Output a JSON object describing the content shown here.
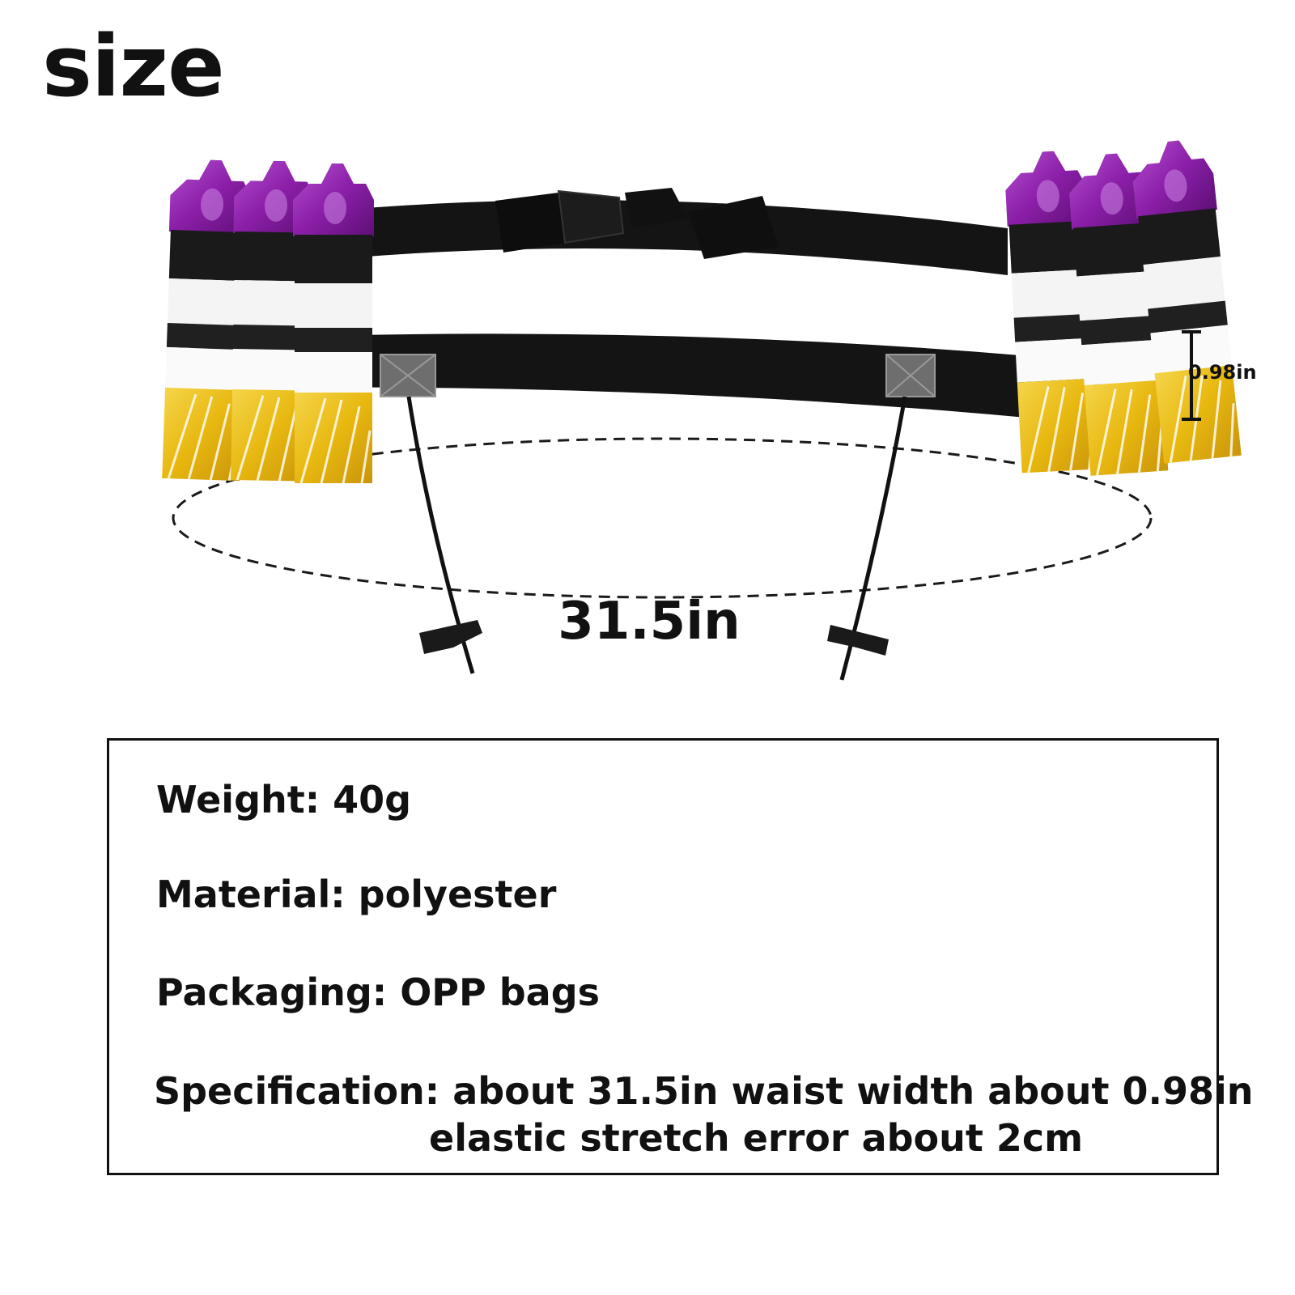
{
  "title": "size",
  "dimensions": {
    "waist_length": "31.5in",
    "belt_width": "0.98in"
  },
  "illustration": {
    "icon": "race-belt-with-gel-holders-icon",
    "colors": {
      "belt": "#141414",
      "gel_cap": "#8b1fa8",
      "gel_bottom": "#e8b810",
      "reflective_patch": "#6e6e6e"
    }
  },
  "specs": {
    "weight": "Weight: 40g",
    "material": "Material: polyester",
    "packaging": "Packaging: OPP bags",
    "specification_line1": "Specification: about 31.5in waist width about 0.98in",
    "specification_line2": "elastic stretch error about 2cm"
  }
}
